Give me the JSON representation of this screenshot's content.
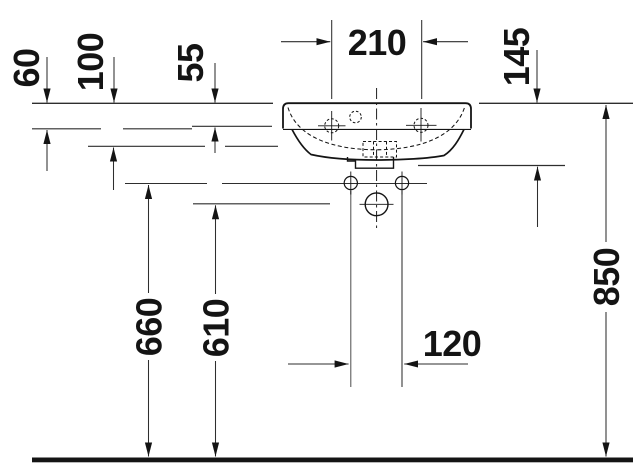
{
  "drawing": {
    "type": "technical-dimension-drawing",
    "subject": "wall-mounted washbasin, front view with installation dimensions",
    "colors": {
      "line": "#141414",
      "thin_line": "#3c3c3c",
      "background": "#ffffff"
    },
    "dimensions": {
      "dim_210": "210",
      "dim_145": "145",
      "dim_60": "60",
      "dim_100": "100",
      "dim_55": "55",
      "dim_660": "660",
      "dim_610": "610",
      "dim_850": "850",
      "dim_120": "120"
    }
  }
}
